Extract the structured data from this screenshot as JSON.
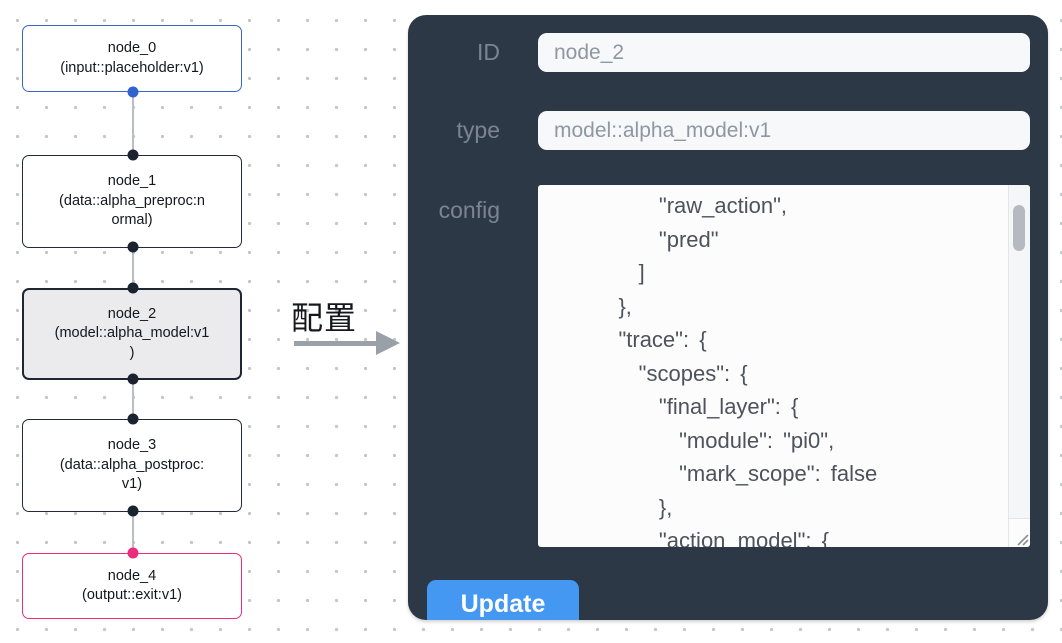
{
  "flow": {
    "nodes": [
      {
        "id": "node_0",
        "label": "node_0\n(input::placeholder:v1)",
        "accent": "#3a66c9"
      },
      {
        "id": "node_1",
        "label": "node_1\n(data::alpha_preproc:n\normal)",
        "accent": "#242b38"
      },
      {
        "id": "node_2",
        "label": "node_2\n(model::alpha_model:v1\n)",
        "accent": "#1f2634",
        "selected": true
      },
      {
        "id": "node_3",
        "label": "node_3\n(data::alpha_postproc:\nv1)",
        "accent": "#242b38"
      },
      {
        "id": "node_4",
        "label": "node_4\n(output::exit:v1)",
        "accent": "#ec2b7b"
      }
    ]
  },
  "transition": {
    "label": "配置"
  },
  "panel": {
    "fields": [
      {
        "label": "ID",
        "value": "node_2"
      },
      {
        "label": "type",
        "value": "model::alpha_model:v1"
      }
    ],
    "config_label": "config",
    "config_text": "        \"raw_action\",\n        \"pred\"\n      ]\n    },\n    \"trace\": {\n      \"scopes\": {\n        \"final_layer\": {\n          \"module\": \"pi0\",\n          \"mark_scope\": false\n        },\n        \"action_model\": {",
    "update_label": "Update"
  },
  "colors": {
    "panel_background": "#2d3847",
    "node_default_border": "#242b38",
    "node_input_border": "#3a66c9",
    "node_output_border": "#ec2b7b",
    "selected_node_fill": "#ebebed",
    "update_button": "#4598f2",
    "arrow": "#9aa0a8"
  }
}
